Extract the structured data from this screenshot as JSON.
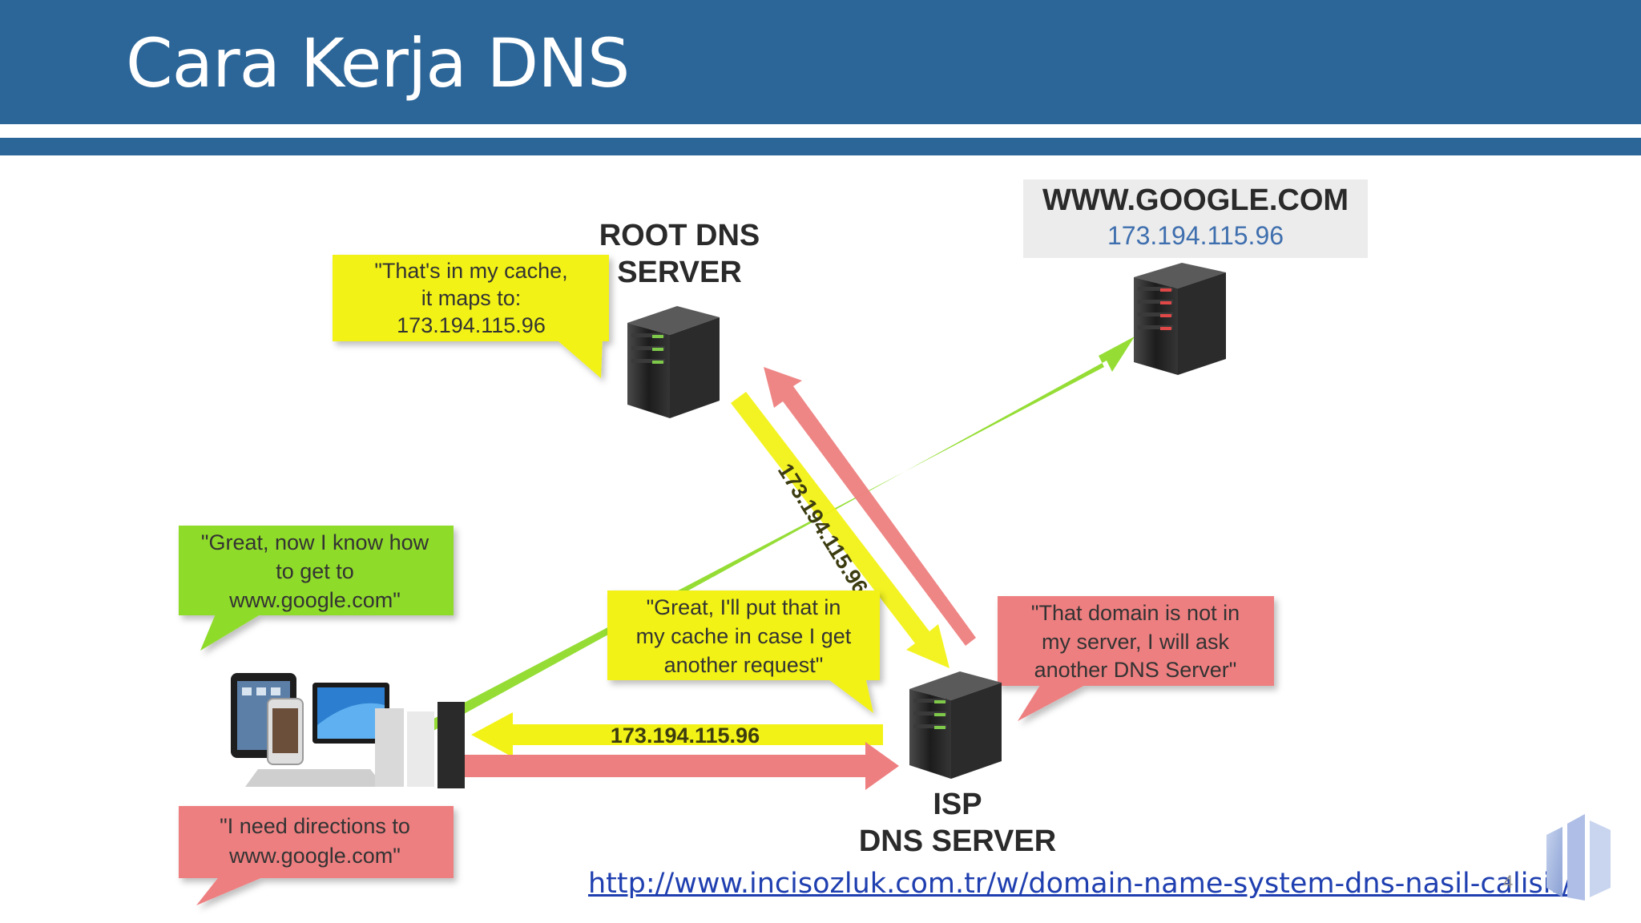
{
  "slide": {
    "title": "Cara Kerja DNS",
    "source_link": "http://www.incisozluk.com.tr/w/domain-name-system-dns-nasil-calisir/",
    "page_number": "4"
  },
  "diagram": {
    "root_server_label": [
      "ROOT DNS",
      "SERVER"
    ],
    "google_label": "WWW.GOOGLE.COM",
    "google_ip": "173.194.115.96",
    "isp_label": [
      "ISP",
      "DNS SERVER"
    ],
    "bubble_root_cache": [
      "\"That's in my cache,",
      "it maps to:",
      "173.194.115.96"
    ],
    "bubble_great_know": [
      "\"Great, now I know how",
      "to get to",
      "www.google.com\""
    ],
    "bubble_put_cache": [
      "\"Great, I'll put that in",
      "my cache in case I get",
      "another request\""
    ],
    "bubble_not_in_server": [
      "\"That domain is not in",
      "my server, I will ask",
      "another DNS Server\""
    ],
    "bubble_need_directions": [
      "\"I need directions to",
      "www.google.com\""
    ],
    "arrow_diag_ip": "173.194.115.96",
    "arrow_horiz_ip": "173.194.115.96",
    "colors": {
      "title_bar": "#2c6698",
      "yellow": "#f2f217",
      "green": "#8fdb2a",
      "red": "#ee7f80",
      "link": "#1f3fb0"
    }
  }
}
